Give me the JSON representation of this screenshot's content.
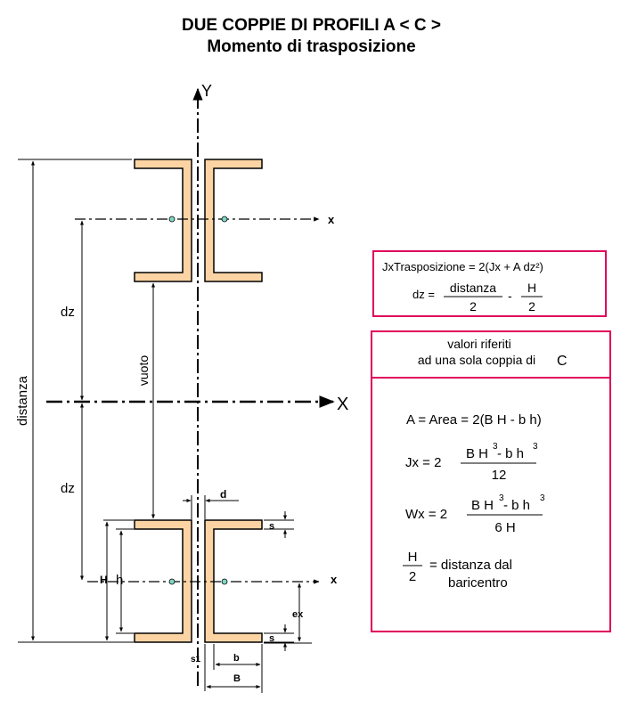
{
  "title": {
    "line1": "DUE COPPIE DI PROFILI A < C >",
    "line2": "Momento di trasposizione"
  },
  "axes": {
    "y_main": "Y",
    "x_main": "X",
    "x_local_top": "x",
    "x_local_bottom": "x"
  },
  "dimensions": {
    "distanza": "distanza",
    "dz_top": "dz",
    "dz_bottom": "dz",
    "vuoto": "vuoto",
    "d": "d",
    "s_top": "s",
    "s_bottom": "s",
    "H": "H",
    "h": "h",
    "ex": "ex",
    "s1": "s1",
    "b": "b",
    "B": "B"
  },
  "formula_box": {
    "line1": "JxTrasposizione = 2(Jx + A dz²)",
    "dz_lhs": "dz =",
    "frac1_num": "distanza",
    "frac1_den": "2",
    "minus": "-",
    "frac2_num": "H",
    "frac2_den": "2"
  },
  "values_box": {
    "header_line1": "valori riferiti",
    "header_line2": "ad una sola coppia di",
    "header_symbol": "C",
    "area": "A = Area =  2(B H - b h)",
    "jx_lhs": "Jx = 2",
    "jx_num_a": "B H",
    "jx_num_sup1": "3",
    "jx_num_b": "- b h",
    "jx_num_sup2": "3",
    "jx_den": "12",
    "wx_lhs": "Wx = 2",
    "wx_num_a": "B H",
    "wx_num_sup1": "3",
    "wx_num_b": "- b h",
    "wx_num_sup2": "3",
    "wx_den": "6 H",
    "h_num": "H",
    "h_den": "2",
    "h_text1": "= distanza  dal",
    "h_text2": "baricentro"
  },
  "colors": {
    "profile_fill": "#fcd4a4",
    "box_border": "#e0005a",
    "line": "#000000",
    "centroid": "#7fd7c4"
  }
}
